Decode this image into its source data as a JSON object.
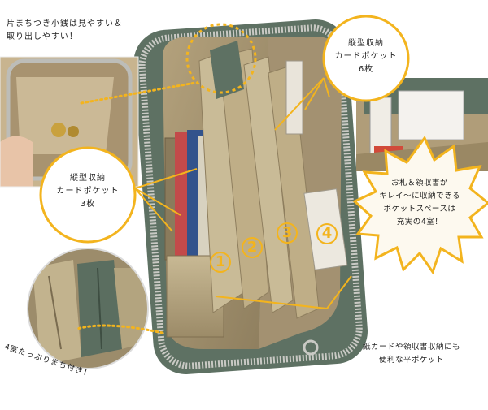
{
  "captions": {
    "top_left": [
      "片まちつき小銭は見やすい＆",
      "取り出しやすい！"
    ],
    "vertical_cards_right": [
      "縦型収納",
      "カードポケット",
      "6枚"
    ],
    "vertical_cards_left": [
      "縦型収納",
      "カードポケット",
      "3枚"
    ],
    "burst": [
      "お札＆領収書が",
      "キレイ〜に収納できる",
      "ポケットスペースは",
      "充実の4室！"
    ],
    "flat_pocket": [
      "紙カードや領収書収納にも",
      "便利な平ポケット"
    ],
    "gusset": "4室たっぷりまち付き！"
  },
  "compartment_numbers": [
    "1",
    "2",
    "3",
    "4"
  ],
  "colors": {
    "accent": "#f3b41e",
    "wallet_exterior": "#6b7f6e",
    "wallet_lining": "#a6946f",
    "zipper": "#b8b8b8"
  }
}
